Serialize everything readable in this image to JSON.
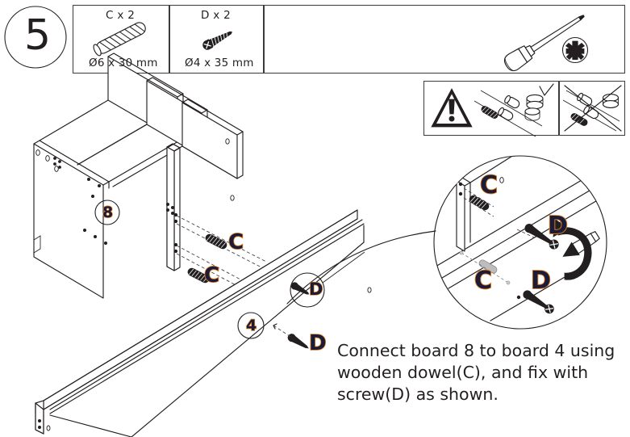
{
  "page": {
    "kind": "furniture-assembly-instruction",
    "background": "#ffffff",
    "ink": "#231f20",
    "accent": "#E2801E",
    "callout_fill": "#1b1b3a"
  },
  "step": {
    "number": "5"
  },
  "parts": [
    {
      "id": "C",
      "label": "C x 2",
      "dimension": "Ø6 x 30 mm",
      "icon": "wooden-dowel-icon",
      "description": "wooden dowel"
    },
    {
      "id": "D",
      "label": "D x 2",
      "dimension": "Ø4 x 35 mm",
      "icon": "screw-icon",
      "description": "screw"
    }
  ],
  "tools": [
    {
      "icon": "screwdriver-icon",
      "bit": "pozidriv-bit-icon"
    }
  ],
  "warning": {
    "icon": "warning-triangle-icon",
    "correct": {
      "mark": "check-mark-icon",
      "meaning": "correct"
    },
    "incorrect": {
      "mark": "cross-mark-icon",
      "meaning": "incorrect"
    }
  },
  "boards": [
    {
      "id": "8",
      "name": "board-8",
      "role": "side panel with shelves"
    },
    {
      "id": "4",
      "name": "board-4",
      "role": "long horizontal panel"
    }
  ],
  "assembly_callouts": [
    {
      "letter": "C",
      "part": "wooden dowel",
      "where": "upper dowel into board 8 edge"
    },
    {
      "letter": "C",
      "part": "wooden dowel",
      "where": "lower dowel into board 8 edge"
    },
    {
      "letter": "D",
      "part": "screw",
      "where": "screw detail circle on board 4"
    },
    {
      "letter": "D",
      "part": "screw",
      "where": "screw into board 4 face"
    }
  ],
  "detail_view": {
    "shape": "magnified-circle",
    "callouts": [
      {
        "letter": "C",
        "part": "wooden dowel",
        "position": "upper left"
      },
      {
        "letter": "D",
        "part": "screw",
        "position": "upper right"
      },
      {
        "letter": "C",
        "part": "wooden dowel",
        "position": "lower left"
      },
      {
        "letter": "D",
        "part": "screw",
        "position": "lower right"
      }
    ],
    "rotation_arrow": "screwdriver-turn-arrow-icon"
  },
  "instruction": {
    "text": "Connect board 8 to board 4 using wooden dowel(C), and fix with screw(D) as shown."
  }
}
